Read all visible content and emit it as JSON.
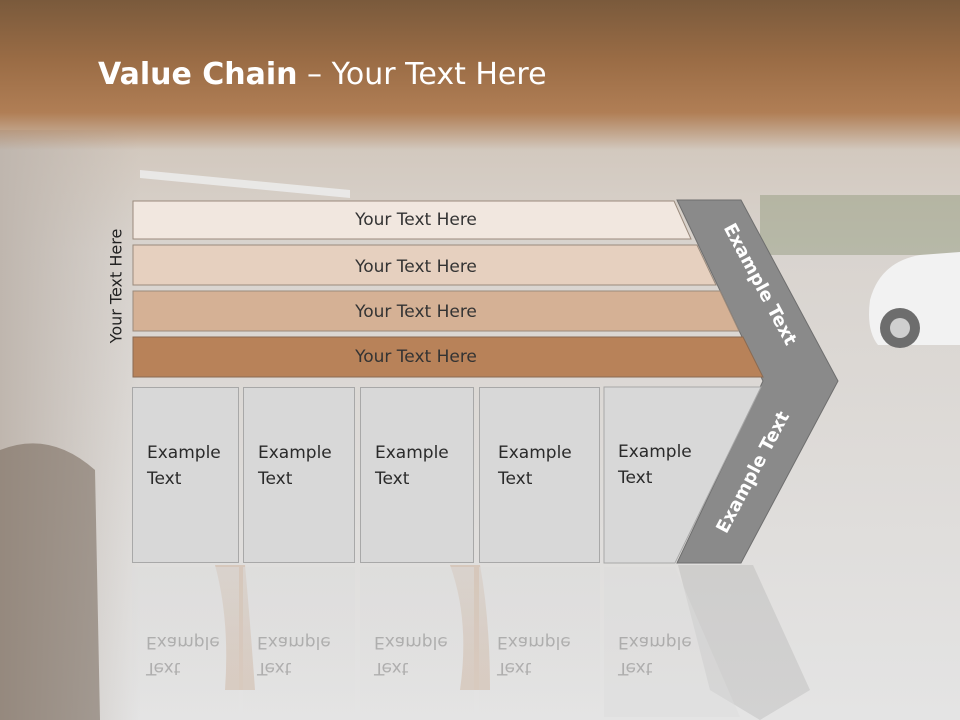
{
  "title": {
    "bold": "Value Chain",
    "rest": " – Your Text Here"
  },
  "side_label": "Your Text Here",
  "rows": [
    {
      "label": "Your Text Here",
      "color": "#f1e7df"
    },
    {
      "label": "Your Text Here",
      "color": "#e6d0bf"
    },
    {
      "label": "Your Text Here",
      "color": "#d5b195"
    },
    {
      "label": "Your Text Here",
      "color": "#b88259"
    }
  ],
  "boxes": [
    {
      "line1": "Example",
      "line2": "Text"
    },
    {
      "line1": "Example",
      "line2": "Text"
    },
    {
      "line1": "Example",
      "line2": "Text"
    },
    {
      "line1": "Example",
      "line2": "Text"
    },
    {
      "line1": "Example",
      "line2": "Text"
    }
  ],
  "chevron": {
    "upper_label": "Example Text",
    "lower_label": "Example Text",
    "color": "#8a8a8a"
  }
}
